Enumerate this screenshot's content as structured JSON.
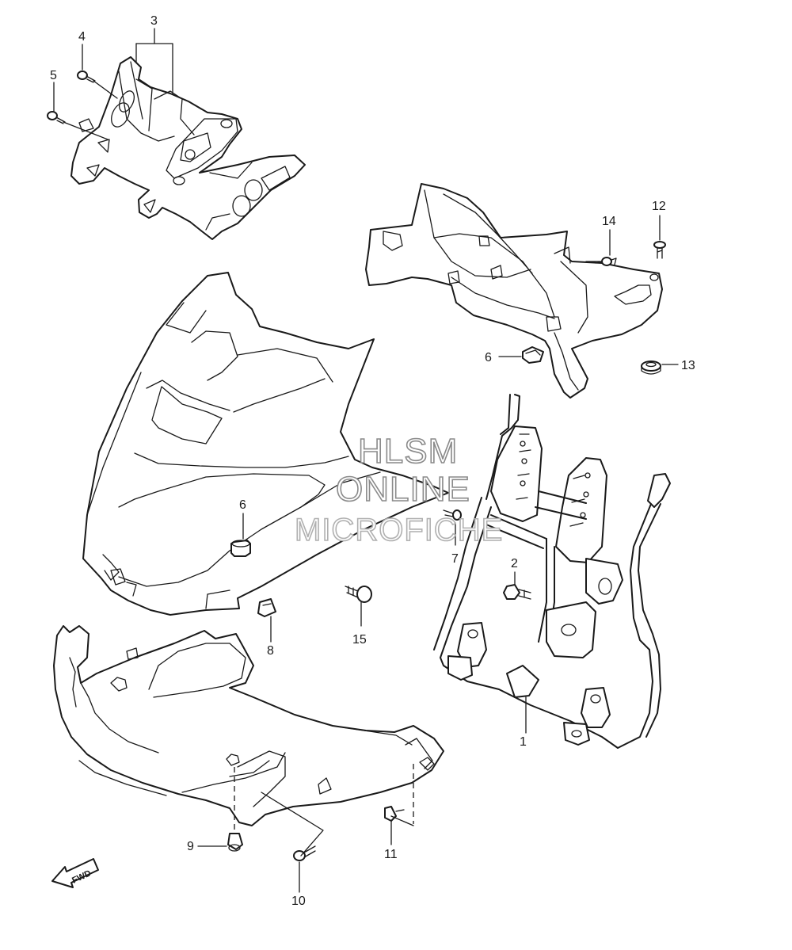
{
  "diagram": {
    "callouts": [
      {
        "id": "c1",
        "label": "1"
      },
      {
        "id": "c2",
        "label": "2"
      },
      {
        "id": "c3",
        "label": "3"
      },
      {
        "id": "c4",
        "label": "4"
      },
      {
        "id": "c5",
        "label": "5"
      },
      {
        "id": "c6a",
        "label": "6"
      },
      {
        "id": "c6b",
        "label": "6"
      },
      {
        "id": "c7",
        "label": "7"
      },
      {
        "id": "c8",
        "label": "8"
      },
      {
        "id": "c9",
        "label": "9"
      },
      {
        "id": "c10",
        "label": "10"
      },
      {
        "id": "c11",
        "label": "11"
      },
      {
        "id": "c12",
        "label": "12"
      },
      {
        "id": "c13",
        "label": "13"
      },
      {
        "id": "c14",
        "label": "14"
      },
      {
        "id": "c15",
        "label": "15"
      }
    ],
    "watermark": [
      "HLSM",
      "ONLINE",
      "MICROFICHE"
    ],
    "direction_marker": "FWD"
  }
}
